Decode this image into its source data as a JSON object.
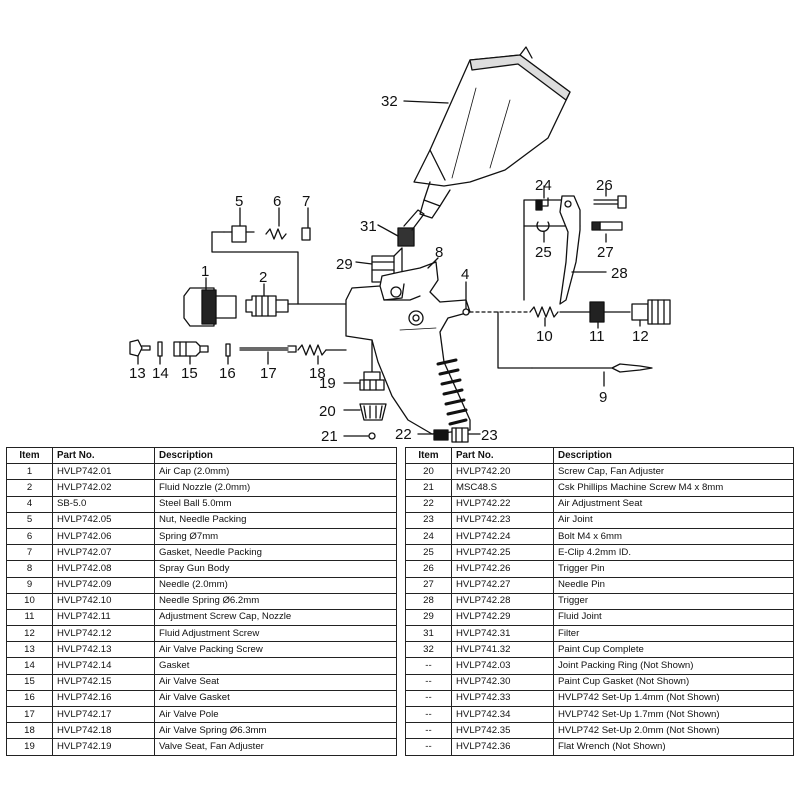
{
  "callouts": {
    "c1": "1",
    "c2": "2",
    "c4": "4",
    "c5": "5",
    "c6": "6",
    "c7": "7",
    "c8": "8",
    "c9": "9",
    "c10": "10",
    "c11": "11",
    "c12": "12",
    "c13": "13",
    "c14": "14",
    "c15": "15",
    "c16": "16",
    "c17": "17",
    "c18": "18",
    "c19": "19",
    "c20": "20",
    "c21": "21",
    "c22": "22",
    "c23": "23",
    "c24": "24",
    "c25": "25",
    "c26": "26",
    "c27": "27",
    "c28": "28",
    "c29": "29",
    "c31": "31",
    "c32": "32"
  },
  "table": {
    "headers": {
      "item": "Item",
      "part": "Part No.",
      "desc": "Description"
    },
    "left": [
      {
        "item": "1",
        "part": "HVLP742.01",
        "desc": "Air Cap (2.0mm)"
      },
      {
        "item": "2",
        "part": "HVLP742.02",
        "desc": "Fluid Nozzle (2.0mm)"
      },
      {
        "item": "4",
        "part": "SB-5.0",
        "desc": "Steel Ball 5.0mm"
      },
      {
        "item": "5",
        "part": "HVLP742.05",
        "desc": "Nut, Needle Packing"
      },
      {
        "item": "6",
        "part": "HVLP742.06",
        "desc": "Spring Ø7mm"
      },
      {
        "item": "7",
        "part": "HVLP742.07",
        "desc": "Gasket, Needle Packing"
      },
      {
        "item": "8",
        "part": "HVLP742.08",
        "desc": "Spray Gun Body"
      },
      {
        "item": "9",
        "part": "HVLP742.09",
        "desc": "Needle (2.0mm)"
      },
      {
        "item": "10",
        "part": "HVLP742.10",
        "desc": "Needle Spring Ø6.2mm"
      },
      {
        "item": "11",
        "part": "HVLP742.11",
        "desc": "Adjustment Screw Cap, Nozzle"
      },
      {
        "item": "12",
        "part": "HVLP742.12",
        "desc": "Fluid Adjustment Screw"
      },
      {
        "item": "13",
        "part": "HVLP742.13",
        "desc": "Air Valve Packing Screw"
      },
      {
        "item": "14",
        "part": "HVLP742.14",
        "desc": "Gasket"
      },
      {
        "item": "15",
        "part": "HVLP742.15",
        "desc": "Air Valve Seat"
      },
      {
        "item": "16",
        "part": "HVLP742.16",
        "desc": "Air Valve Gasket"
      },
      {
        "item": "17",
        "part": "HVLP742.17",
        "desc": "Air Valve Pole"
      },
      {
        "item": "18",
        "part": "HVLP742.18",
        "desc": "Air Valve Spring Ø6.3mm"
      },
      {
        "item": "19",
        "part": "HVLP742.19",
        "desc": "Valve Seat, Fan Adjuster"
      }
    ],
    "right": [
      {
        "item": "20",
        "part": "HVLP742.20",
        "desc": "Screw Cap, Fan Adjuster"
      },
      {
        "item": "21",
        "part": "MSC48.S",
        "desc": "Csk Phillips Machine Screw M4 x 8mm"
      },
      {
        "item": "22",
        "part": "HVLP742.22",
        "desc": "Air Adjustment Seat"
      },
      {
        "item": "23",
        "part": "HVLP742.23",
        "desc": "Air Joint"
      },
      {
        "item": "24",
        "part": "HVLP742.24",
        "desc": "Bolt M4 x 6mm"
      },
      {
        "item": "25",
        "part": "HVLP742.25",
        "desc": "E-Clip 4.2mm ID."
      },
      {
        "item": "26",
        "part": "HVLP742.26",
        "desc": "Trigger Pin"
      },
      {
        "item": "27",
        "part": "HVLP742.27",
        "desc": "Needle Pin"
      },
      {
        "item": "28",
        "part": "HVLP742.28",
        "desc": "Trigger"
      },
      {
        "item": "29",
        "part": "HVLP742.29",
        "desc": "Fluid Joint"
      },
      {
        "item": "31",
        "part": "HVLP742.31",
        "desc": "Filter"
      },
      {
        "item": "32",
        "part": "HVLP741.32",
        "desc": "Paint Cup Complete"
      },
      {
        "item": "--",
        "part": "HVLP742.03",
        "desc": "Joint Packing Ring (Not Shown)"
      },
      {
        "item": "--",
        "part": "HVLP742.30",
        "desc": "Paint Cup Gasket (Not Shown)"
      },
      {
        "item": "--",
        "part": "HVLP742.33",
        "desc": "HVLP742 Set-Up 1.4mm (Not Shown)"
      },
      {
        "item": "--",
        "part": "HVLP742.34",
        "desc": "HVLP742 Set-Up 1.7mm (Not Shown)"
      },
      {
        "item": "--",
        "part": "HVLP742.35",
        "desc": "HVLP742 Set-Up 2.0mm (Not Shown)"
      },
      {
        "item": "--",
        "part": "HVLP742.36",
        "desc": "Flat Wrench (Not Shown)"
      }
    ]
  }
}
